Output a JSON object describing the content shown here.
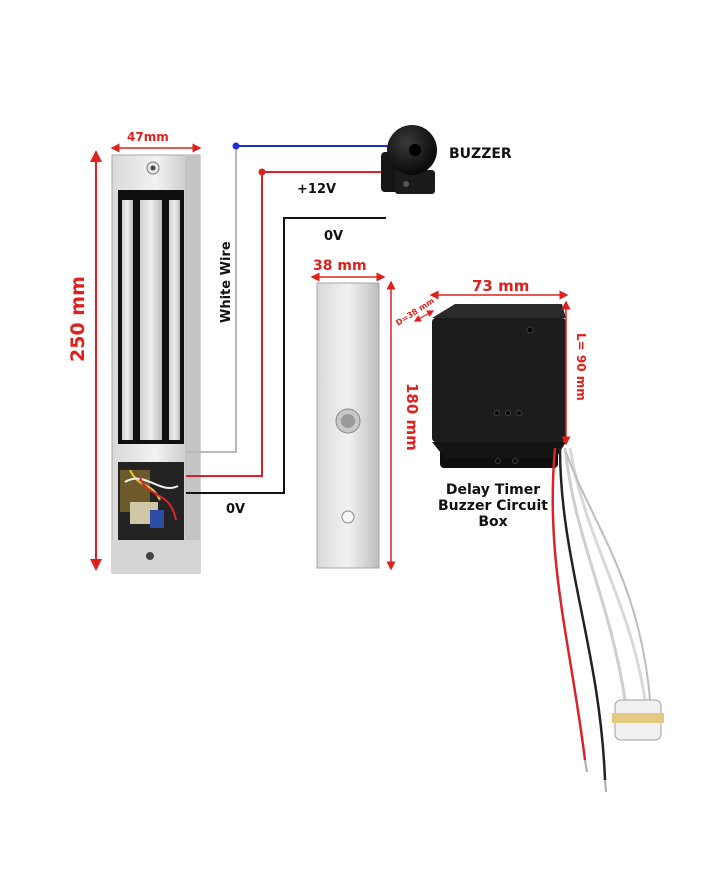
{
  "labels": {
    "buzzer": "BUZZER",
    "plus12v": "+12V",
    "zero_v_top": "0V",
    "zero_v_bottom": "0V",
    "white_wire": "White Wire",
    "lock_width": "47mm",
    "lock_height": "250 mm",
    "plate_width": "38 mm",
    "plate_height": "180 mm",
    "box_width": "73 mm",
    "box_depth": "D=38 mm",
    "box_length": "L= 90 mm",
    "box_caption": [
      "Delay Timer",
      "Buzzer Circuit",
      "Box"
    ]
  },
  "colors": {
    "dimension": "#e0201c",
    "wire_blue": "#1c2fd6",
    "wire_red": "#d8232a",
    "wire_black": "#111111",
    "wire_white": "#b8b8b8"
  }
}
